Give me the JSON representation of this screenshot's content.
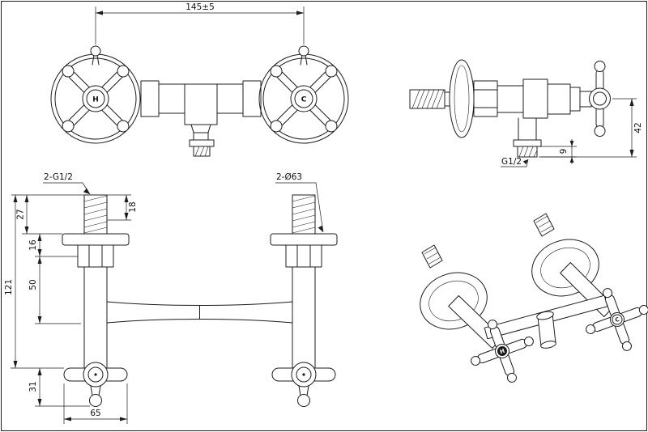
{
  "page": {
    "paper_color": "#ffffff",
    "ink_color": "#1c1c1c"
  },
  "front_view": {
    "dim_center_distance": "145±5",
    "handle_hot_label": "H",
    "handle_cold_label": "C"
  },
  "side_view": {
    "dim_outlet_drop": "42",
    "dim_thread_length": "9",
    "outlet_thread_label": "G1/2"
  },
  "plan_view": {
    "inlet_thread_label": "2-G1/2",
    "flange_diameter_label": "2-Ø63",
    "dim_wall_to_flange": "27",
    "dim_thread_exposed": "18",
    "dim_flange_to_nut": "16",
    "dim_nut_to_body": "50",
    "dim_overall_depth": "121",
    "dim_handle_depth": "31",
    "dim_handle_width": "65"
  },
  "iso_view": {
    "handle_hot_label": "H",
    "handle_cold_label": "C"
  }
}
